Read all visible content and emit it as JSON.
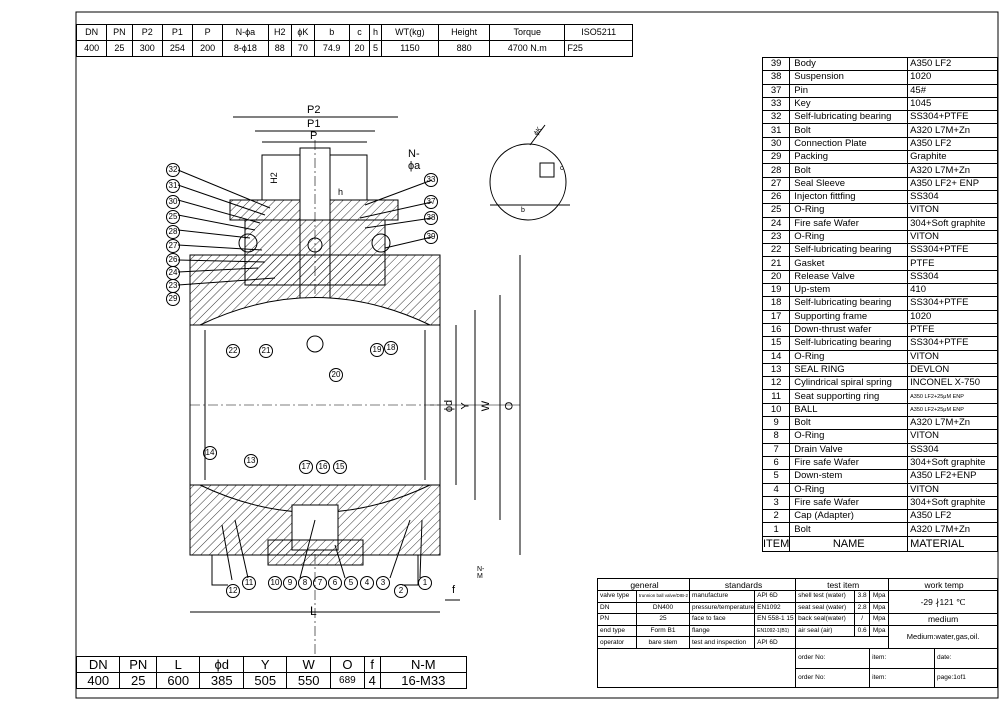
{
  "top_table": {
    "headers": [
      "DN",
      "PN",
      "P2",
      "P1",
      "P",
      "N-ϕa",
      "H2",
      "ϕK",
      "b",
      "c",
      "h",
      "WT(kg)",
      "Height",
      "Torque",
      "ISO5211"
    ],
    "values": [
      "400",
      "25",
      "300",
      "254",
      "200",
      "8-ϕ18",
      "88",
      "70",
      "74.9",
      "20",
      "5",
      "1150",
      "880",
      "4700 N.m",
      "F25"
    ]
  },
  "bottom_table": {
    "headers": [
      "DN",
      "PN",
      "L",
      "ϕd",
      "Y",
      "W",
      "O",
      "f",
      "N-M"
    ],
    "values": [
      "400",
      "25",
      "600",
      "385",
      "505",
      "550",
      "689",
      "4",
      "16-M33"
    ]
  },
  "parts": [
    {
      "no": "39",
      "name": "Body",
      "material": "A350 LF2"
    },
    {
      "no": "38",
      "name": "Suspension",
      "material": "1020"
    },
    {
      "no": "37",
      "name": "Pin",
      "material": "45#"
    },
    {
      "no": "33",
      "name": "Key",
      "material": "1045"
    },
    {
      "no": "32",
      "name": "Self-lubricating bearing",
      "material": "SS304+PTFE"
    },
    {
      "no": "31",
      "name": "Bolt",
      "material": "A320 L7M+Zn"
    },
    {
      "no": "30",
      "name": "Connection Plate",
      "material": "A350 LF2"
    },
    {
      "no": "29",
      "name": "Packing",
      "material": "Graphite"
    },
    {
      "no": "28",
      "name": "Bolt",
      "material": "A320 L7M+Zn"
    },
    {
      "no": "27",
      "name": "Seal Sleeve",
      "material": "A350 LF2+ ENP"
    },
    {
      "no": "26",
      "name": "Injecton fittfing",
      "material": "SS304"
    },
    {
      "no": "25",
      "name": "O-Ring",
      "material": "VITON"
    },
    {
      "no": "24",
      "name": "Fire safe Wafer",
      "material": "304+Soft graphite"
    },
    {
      "no": "23",
      "name": "O-Ring",
      "material": "VITON"
    },
    {
      "no": "22",
      "name": "Self-lubricating bearing",
      "material": "SS304+PTFE"
    },
    {
      "no": "21",
      "name": "Gasket",
      "material": "PTFE"
    },
    {
      "no": "20",
      "name": "Release Valve",
      "material": "SS304"
    },
    {
      "no": "19",
      "name": "Up-stem",
      "material": "410"
    },
    {
      "no": "18",
      "name": "Self-lubricating bearing",
      "material": "SS304+PTFE"
    },
    {
      "no": "17",
      "name": "Supporting frame",
      "material": "1020"
    },
    {
      "no": "16",
      "name": "Down-thrust wafer",
      "material": "PTFE"
    },
    {
      "no": "15",
      "name": "Self-lubricating bearing",
      "material": "SS304+PTFE"
    },
    {
      "no": "14",
      "name": "O-Ring",
      "material": "VITON"
    },
    {
      "no": "13",
      "name": "SEAL RING",
      "material": "DEVLON"
    },
    {
      "no": "12",
      "name": "Cylindrical spiral spring",
      "material": "INCONEL X-750"
    },
    {
      "no": "11",
      "name": "Seat supporting ring",
      "material": "A350 LF2+25μM ENP"
    },
    {
      "no": "10",
      "name": "BALL",
      "material": "A350 LF2+25μM ENP"
    },
    {
      "no": "9",
      "name": "Bolt",
      "material": "A320 L7M+Zn"
    },
    {
      "no": "8",
      "name": "O-Ring",
      "material": "VITON"
    },
    {
      "no": "7",
      "name": "Drain Valve",
      "material": "SS304"
    },
    {
      "no": "6",
      "name": "Fire safe Wafer",
      "material": "304+Soft graphite"
    },
    {
      "no": "5",
      "name": "Down-stem",
      "material": "A350 LF2+ENP"
    },
    {
      "no": "4",
      "name": "O-Ring",
      "material": "VITON"
    },
    {
      "no": "3",
      "name": "Fire safe Wafer",
      "material": "304+Soft graphite"
    },
    {
      "no": "2",
      "name": "Cap (Adapter)",
      "material": "A350 LF2"
    },
    {
      "no": "1",
      "name": "Bolt",
      "material": "A320 L7M+Zn"
    }
  ],
  "parts_header": {
    "item": "ITEM",
    "name": "NAME",
    "material": "MATERIAL"
  },
  "standards": {
    "h_general": "general",
    "h_standards": "standards",
    "h_test": "test item",
    "h_work": "work temp",
    "valve_type_label": "valve type",
    "valve_type": "trunnion ball valve/DIB-2",
    "manufacture": "manufacture",
    "manufacture_val": "API 6D",
    "shell_test": "shell test (water)",
    "shell_val": "3.8",
    "shell_unit": "Mpa",
    "dn_label": "DN",
    "dn_val": "DN400",
    "pt_label": "pressure/temperature",
    "pt_val": "EN1092",
    "seat_seal": "seat seal (water)",
    "seat_val": "2.8",
    "seat_unit": "Mpa",
    "pn_label": "PN",
    "pn_val": "25",
    "ftf_label": "face to face",
    "ftf_val": "EN 558-1 15",
    "back_seal": "back seal(water)",
    "back_val": "/",
    "back_unit": "Mpa",
    "end_label": "end type",
    "end_val": "Form B1",
    "flange_label": "flange",
    "flange_val": "EN1092-1(B1)",
    "air_seal": "air seal (air)",
    "air_val": "0.6",
    "air_unit": "Mpa",
    "operator_label": "operator",
    "operator_val": "bare stem",
    "ti_label": "test and inspection",
    "ti_val": "API 6D",
    "temp_val": "-29 ∤121  ℃",
    "medium_label": "medium",
    "medium_val": "Medium:water,gas,oil.",
    "order_no": "order No:",
    "item": "item:",
    "date": "date:",
    "page": "page:1of1"
  },
  "drawing": {
    "dims": {
      "p2": "P2",
      "p1": "P1",
      "p": "P",
      "na": "N-ϕa",
      "h2": "H2",
      "h": "h",
      "phid": "ϕd",
      "y": "Y",
      "w": "W",
      "o": "O",
      "nm": "N-M",
      "f": "f",
      "l": "L",
      "b": "b",
      "c": "c",
      "k": "ϕK"
    },
    "balloons_left": [
      "32",
      "31",
      "30",
      "25",
      "28",
      "27",
      "26",
      "24",
      "23",
      "29"
    ],
    "balloons_right": [
      "33",
      "37",
      "38",
      "39"
    ],
    "balloons_mid": [
      "22",
      "21",
      "19",
      "18",
      "20"
    ],
    "balloons_low": [
      "14",
      "13",
      "17",
      "16",
      "15",
      "12",
      "11",
      "10",
      "9",
      "8",
      "7",
      "6",
      "5",
      "4",
      "3",
      "2",
      "1"
    ]
  }
}
